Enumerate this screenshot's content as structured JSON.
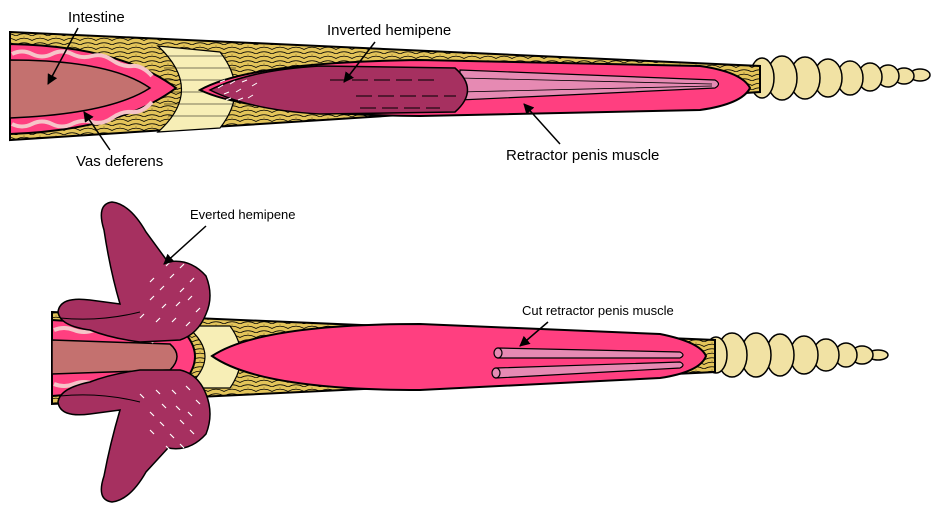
{
  "labels": {
    "intestine": "Intestine",
    "inverted_hemipene": "Inverted hemipene",
    "vas_deferens": "Vas deferens",
    "retractor_penis_muscle": "Retractor penis muscle",
    "everted_hemipene": "Everted hemipene",
    "cut_retractor_penis_muscle": "Cut retractor penis muscle"
  },
  "colors": {
    "scale_yellow": "#e3c45a",
    "scale_cream": "#f7eeb6",
    "tail_cream": "#f1e2a4",
    "pink": "#ff3f80",
    "muscle_light": "#e68ab3",
    "hemipene": "#a63060",
    "intestine": "#c4716f",
    "vas_deferens": "#f6c4c8"
  }
}
